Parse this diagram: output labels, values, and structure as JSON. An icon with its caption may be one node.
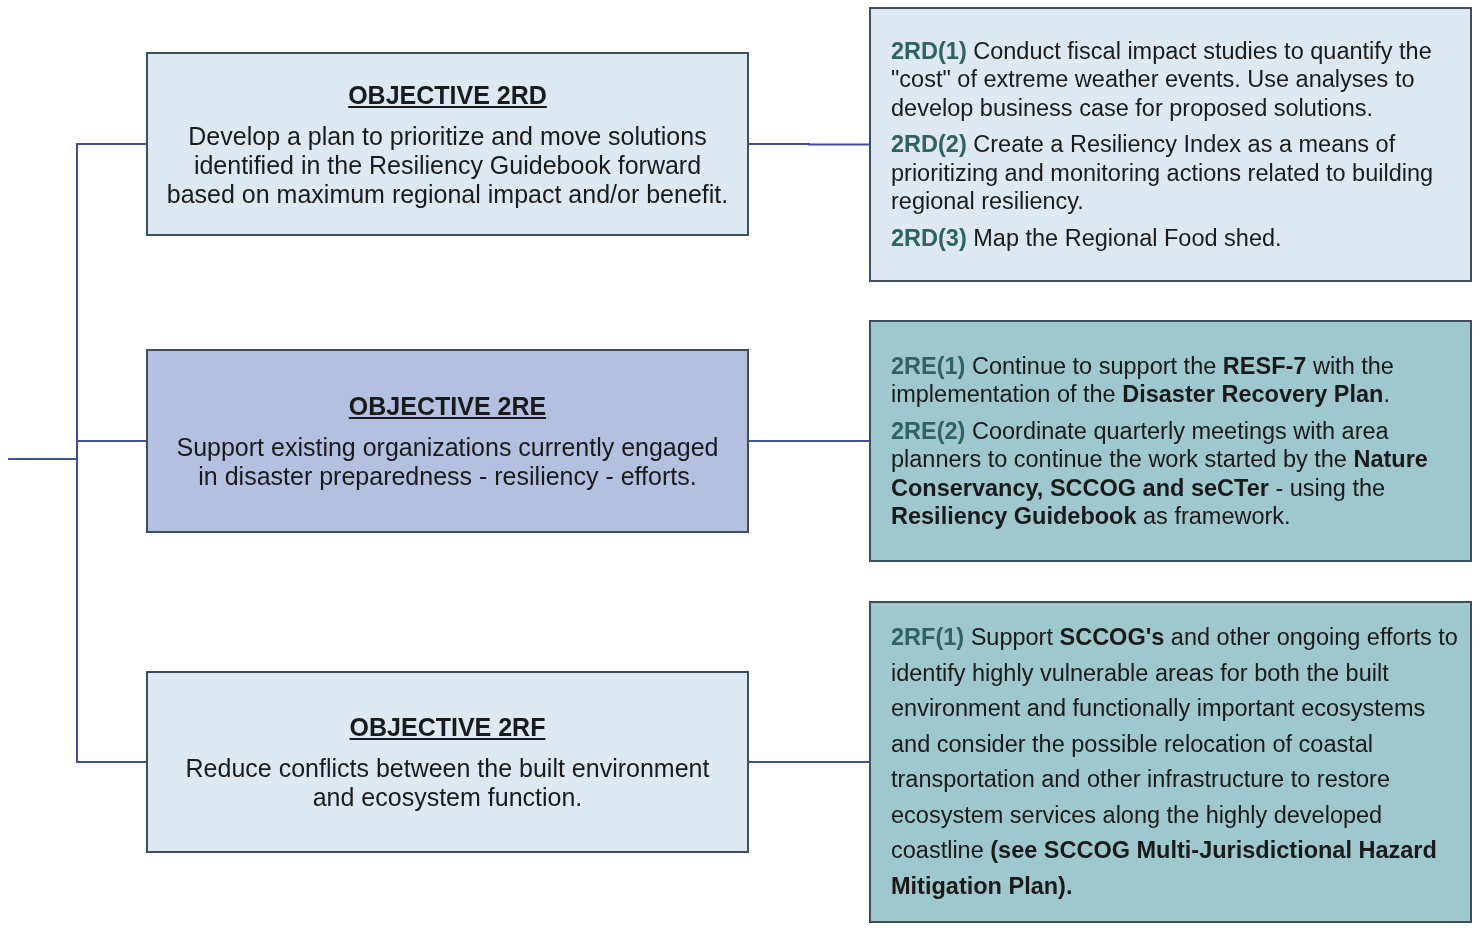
{
  "diagram": {
    "nodes": [
      {
        "text": [
          "OBJECTIVE 2RD",
          "Develop a plan to prioritize and move solutions identified in the Resiliency Guidebook forward based on maximum regional impact and/or benefit."
        ]
      },
      {
        "text": [
          "**2RD(1)** Conduct fiscal impact studies to quantify the \"cost\" of extreme weather events. Use analyses to develop business case for proposed solutions.",
          "**2RD(2)** Create a Resiliency Index as a means of prioritizing and monitoring actions related to building regional resiliency.",
          "**2RD(3)** Map the Regional Food shed."
        ]
      },
      {
        "text": [
          "OBJECTIVE 2RE",
          "Support existing organizations currently engaged in disaster preparedness - resiliency - efforts."
        ]
      },
      {
        "text": [
          "**2RE(1)** Continue to support the **RESF-7** with the implementation of the **Disaster Recovery Plan**.",
          "**2RE(2)**  Coordinate quarterly meetings with area planners to continue the work started by the **Nature Conservancy, SCCOG and seCTer** - using the **Resiliency Guidebook** as framework."
        ]
      },
      {
        "text": [
          "OBJECTIVE 2RF",
          "Reduce conflicts between the built environment and ecosystem function."
        ]
      },
      {
        "text": [
          "**2RF(1)**  Support **SCCOG's** and other ongoing efforts to identify highly vulnerable areas for both the built environment and functionally important ecosystems and consider the possible relocation of coastal transportation and other infrastructure to restore ecosystem services along the highly developed coastline **(see SCCOG Multi-Jurisdictional Hazard Mitigation Plan).**"
        ]
      }
    ],
    "edges": [
      {
        "from": null,
        "to": 0,
        "arrow": "none"
      },
      {
        "from": null,
        "to": 2,
        "arrow": "none"
      },
      {
        "from": null,
        "to": 4,
        "arrow": "none"
      },
      {
        "from": 0,
        "to": 1,
        "arrow": "none"
      },
      {
        "from": 2,
        "to": 3,
        "arrow": "none"
      },
      {
        "from": 4,
        "to": 5,
        "arrow": "none"
      }
    ]
  }
}
